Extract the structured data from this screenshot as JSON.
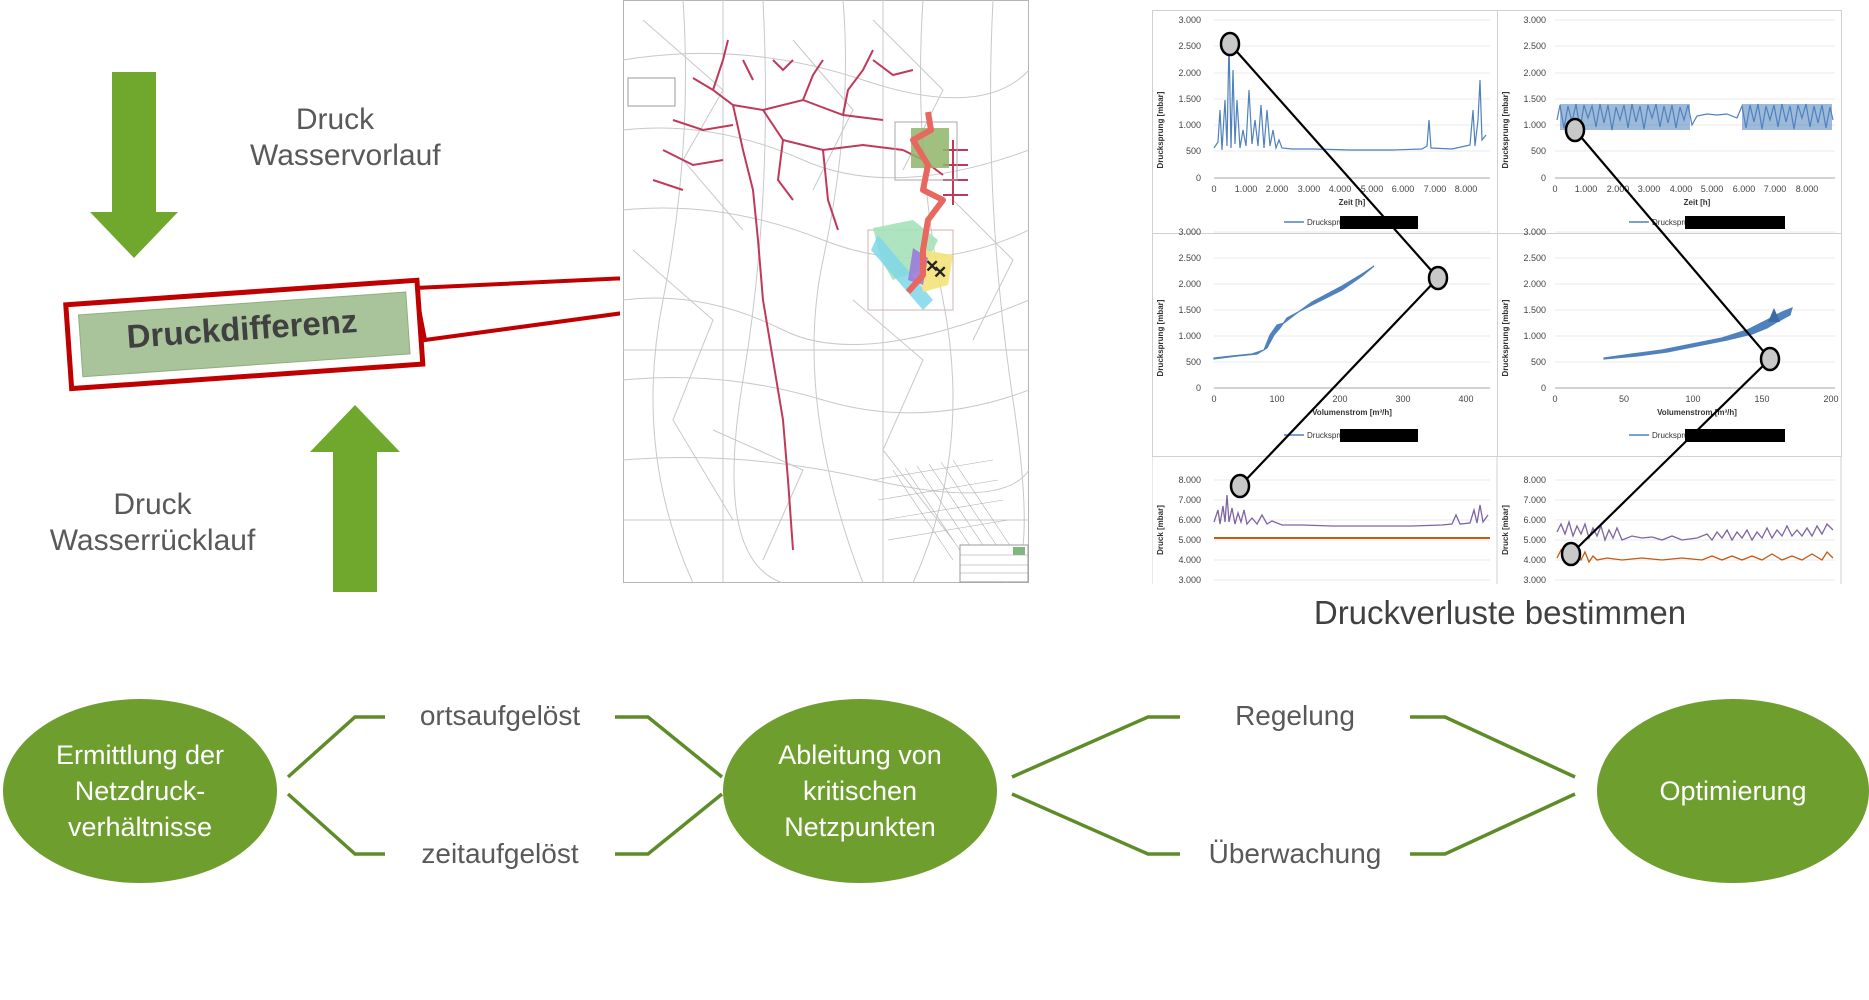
{
  "top_left": {
    "label_supply_line1": "Druck",
    "label_supply_line2": "Wasservorlauf",
    "label_return_line1": "Druck",
    "label_return_line2": "Wasserrücklauf",
    "callout": "Druckdifferenz"
  },
  "charts_caption": "Druckverluste bestimmen",
  "charts": {
    "row1_left": {
      "ylabel": "Drucksprung [mbar]",
      "yticks": [
        "3.000",
        "2.500",
        "2.000",
        "1.500",
        "1.000",
        "500",
        "0"
      ],
      "xlabel": "Zeit [h]",
      "xticks": [
        "0",
        "1.000",
        "2.000",
        "3.000",
        "4.000",
        "5.000",
        "6.000",
        "7.000",
        "8.000"
      ],
      "legend": "Drucksprung"
    },
    "row1_right": {
      "ylabel": "Drucksprung [mbar]",
      "yticks": [
        "3.000",
        "2.500",
        "2.000",
        "1.500",
        "1.000",
        "500",
        "0"
      ],
      "xlabel": "Zeit [h]",
      "xticks": [
        "0",
        "1.000",
        "2.000",
        "3.000",
        "4.000",
        "5.000",
        "6.000",
        "7.000",
        "8.000"
      ],
      "legend": "Drucksprung"
    },
    "row2_left": {
      "ylabel": "Drucksprung [mbar]",
      "yticks": [
        "3.000",
        "2.500",
        "2.000",
        "1.500",
        "1.000",
        "500",
        "0"
      ],
      "xlabel": "Volumenstrom [m³/h]",
      "xticks": [
        "0",
        "100",
        "200",
        "300",
        "400"
      ],
      "legend": "Drucksprung"
    },
    "row2_right": {
      "ylabel": "Drucksprung [mbar]",
      "yticks": [
        "3.000",
        "2.500",
        "2.000",
        "1.500",
        "1.000",
        "500",
        "0"
      ],
      "xlabel": "Volumenstrom [m³/h]",
      "xticks": [
        "0",
        "50",
        "100",
        "150",
        "200"
      ],
      "legend": "Drucksprung"
    },
    "row3_left": {
      "ylabel": "Druck [mbar]",
      "yticks": [
        "8.000",
        "7.000",
        "6.000",
        "5.000",
        "4.000",
        "3.000"
      ]
    },
    "row3_right": {
      "ylabel": "Druck [mbar]",
      "yticks": [
        "8.000",
        "7.000",
        "6.000",
        "5.000",
        "4.000",
        "3.000"
      ]
    }
  },
  "flow": {
    "node1": "Ermittlung der Netzdruck-verhältnisse",
    "branch1_top": "ortsaufgelöst",
    "branch1_bottom": "zeitaufgelöst",
    "node2": "Ableitung von kritischen Netzpunkten",
    "branch2_top": "Regelung",
    "branch2_bottom": "Überwachung",
    "node3": "Optimierung"
  },
  "colors": {
    "green_arrow": "#70A82E",
    "ellipse_green": "#6E9E2E",
    "connector_green": "#5E8C28",
    "callout_border": "#C00000",
    "callout_fill": "#A9C49A",
    "series_blue": "#4F81BD",
    "series_purple": "#8064A2",
    "series_orange": "#C55A11",
    "map_red": "#C0395A"
  }
}
